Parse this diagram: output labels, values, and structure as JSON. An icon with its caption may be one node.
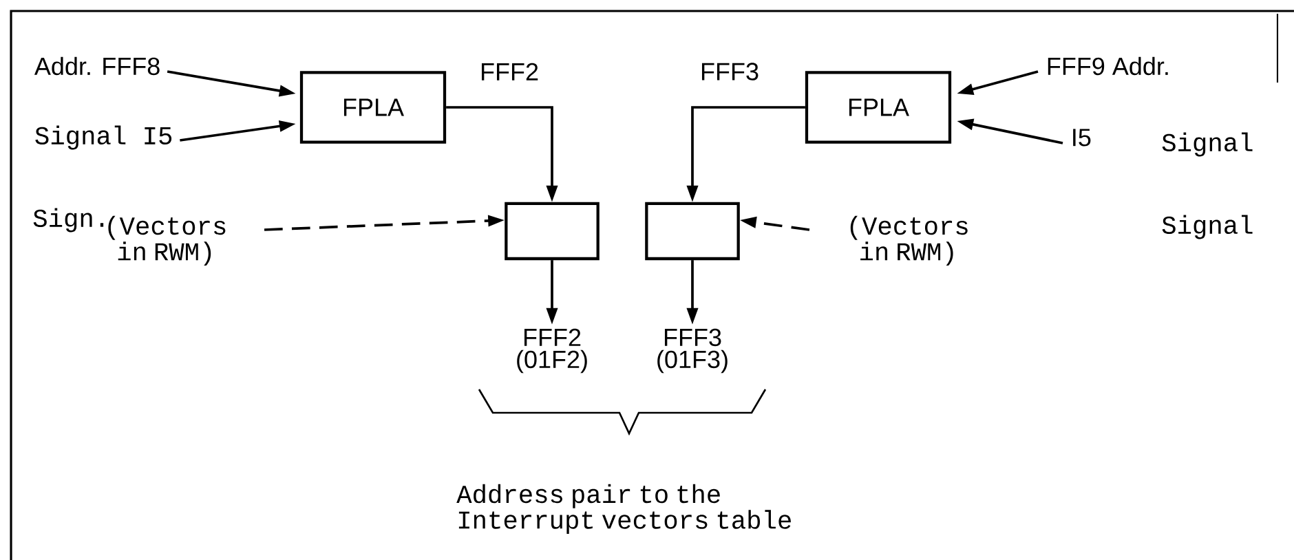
{
  "diagram": {
    "nodes": [
      {
        "text": [
          "Addr. FFF8"
        ]
      },
      {
        "text": [
          "FPLA"
        ]
      },
      {
        "text": [
          "FPLA"
        ]
      },
      {
        "text": [
          "FFF9 Addr."
        ]
      },
      {
        "text": [
          "Signal I5"
        ]
      },
      {
        "text": [
          "I5"
        ]
      },
      {
        "text": [
          "(Vectors in RWM)"
        ]
      },
      {
        "text": [],
        "shape": "box"
      },
      {
        "text": [],
        "shape": "box"
      },
      {
        "text": [
          "(Vectors in RWM)"
        ]
      },
      {
        "text": [
          "FFF2 (01F2)"
        ]
      },
      {
        "text": [
          "FFF3 (01F3)"
        ]
      }
    ],
    "edges": [
      {
        "from": 0,
        "to": 1,
        "arrow": "to"
      },
      {
        "from": 4,
        "to": 1,
        "arrow": "to"
      },
      {
        "from": 3,
        "to": 2,
        "arrow": "to"
      },
      {
        "from": 5,
        "to": 2,
        "arrow": "to"
      },
      {
        "from": 1,
        "to": 7,
        "arrow": "to",
        "label": "FFF2"
      },
      {
        "from": 2,
        "to": 8,
        "arrow": "to",
        "label": "FFF3"
      },
      {
        "from": 6,
        "to": 7,
        "arrow": "to",
        "style": "dashed"
      },
      {
        "from": 9,
        "to": 8,
        "arrow": "to",
        "style": "dashed"
      },
      {
        "from": 7,
        "to": 10,
        "arrow": "to"
      },
      {
        "from": 8,
        "to": 11,
        "arrow": "to"
      }
    ],
    "labels": [
      "Signal",
      "Sign.",
      "Signal",
      "Address pair to the Interrupt vectors table"
    ]
  }
}
